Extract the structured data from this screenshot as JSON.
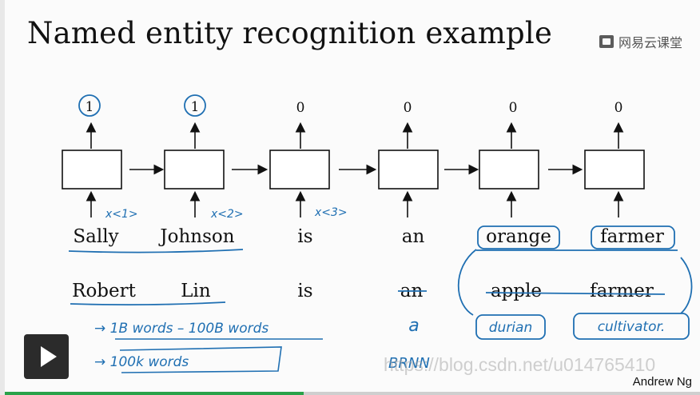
{
  "slide": {
    "title": "Named entity recognition example",
    "brand": "网易云课堂",
    "author": "Andrew Ng",
    "watermark": "https://blog.csdn.net/u014765410"
  },
  "rnn": {
    "outputs": [
      "1",
      "1",
      "0",
      "0",
      "0",
      "0"
    ],
    "input_labels": [
      "x<1>",
      "x<2>",
      "x<3>"
    ]
  },
  "sentence1": [
    "Sally",
    "Johnson",
    "is",
    "an",
    "orange",
    "farmer"
  ],
  "sentence2": [
    "Robert",
    "Lin",
    "is",
    "an",
    "apple",
    "farmer"
  ],
  "annotations": {
    "replacement_1": "durian",
    "replacement_2": "cultivator.",
    "under_an": "a",
    "note_line1": "→ 1B words – 100B words",
    "note_line2": "→ 100k words",
    "brnn": "BRNN"
  },
  "player": {
    "progress": 0.43,
    "accent_color": "#2aa24a",
    "ink_color": "#1f6fb2"
  }
}
